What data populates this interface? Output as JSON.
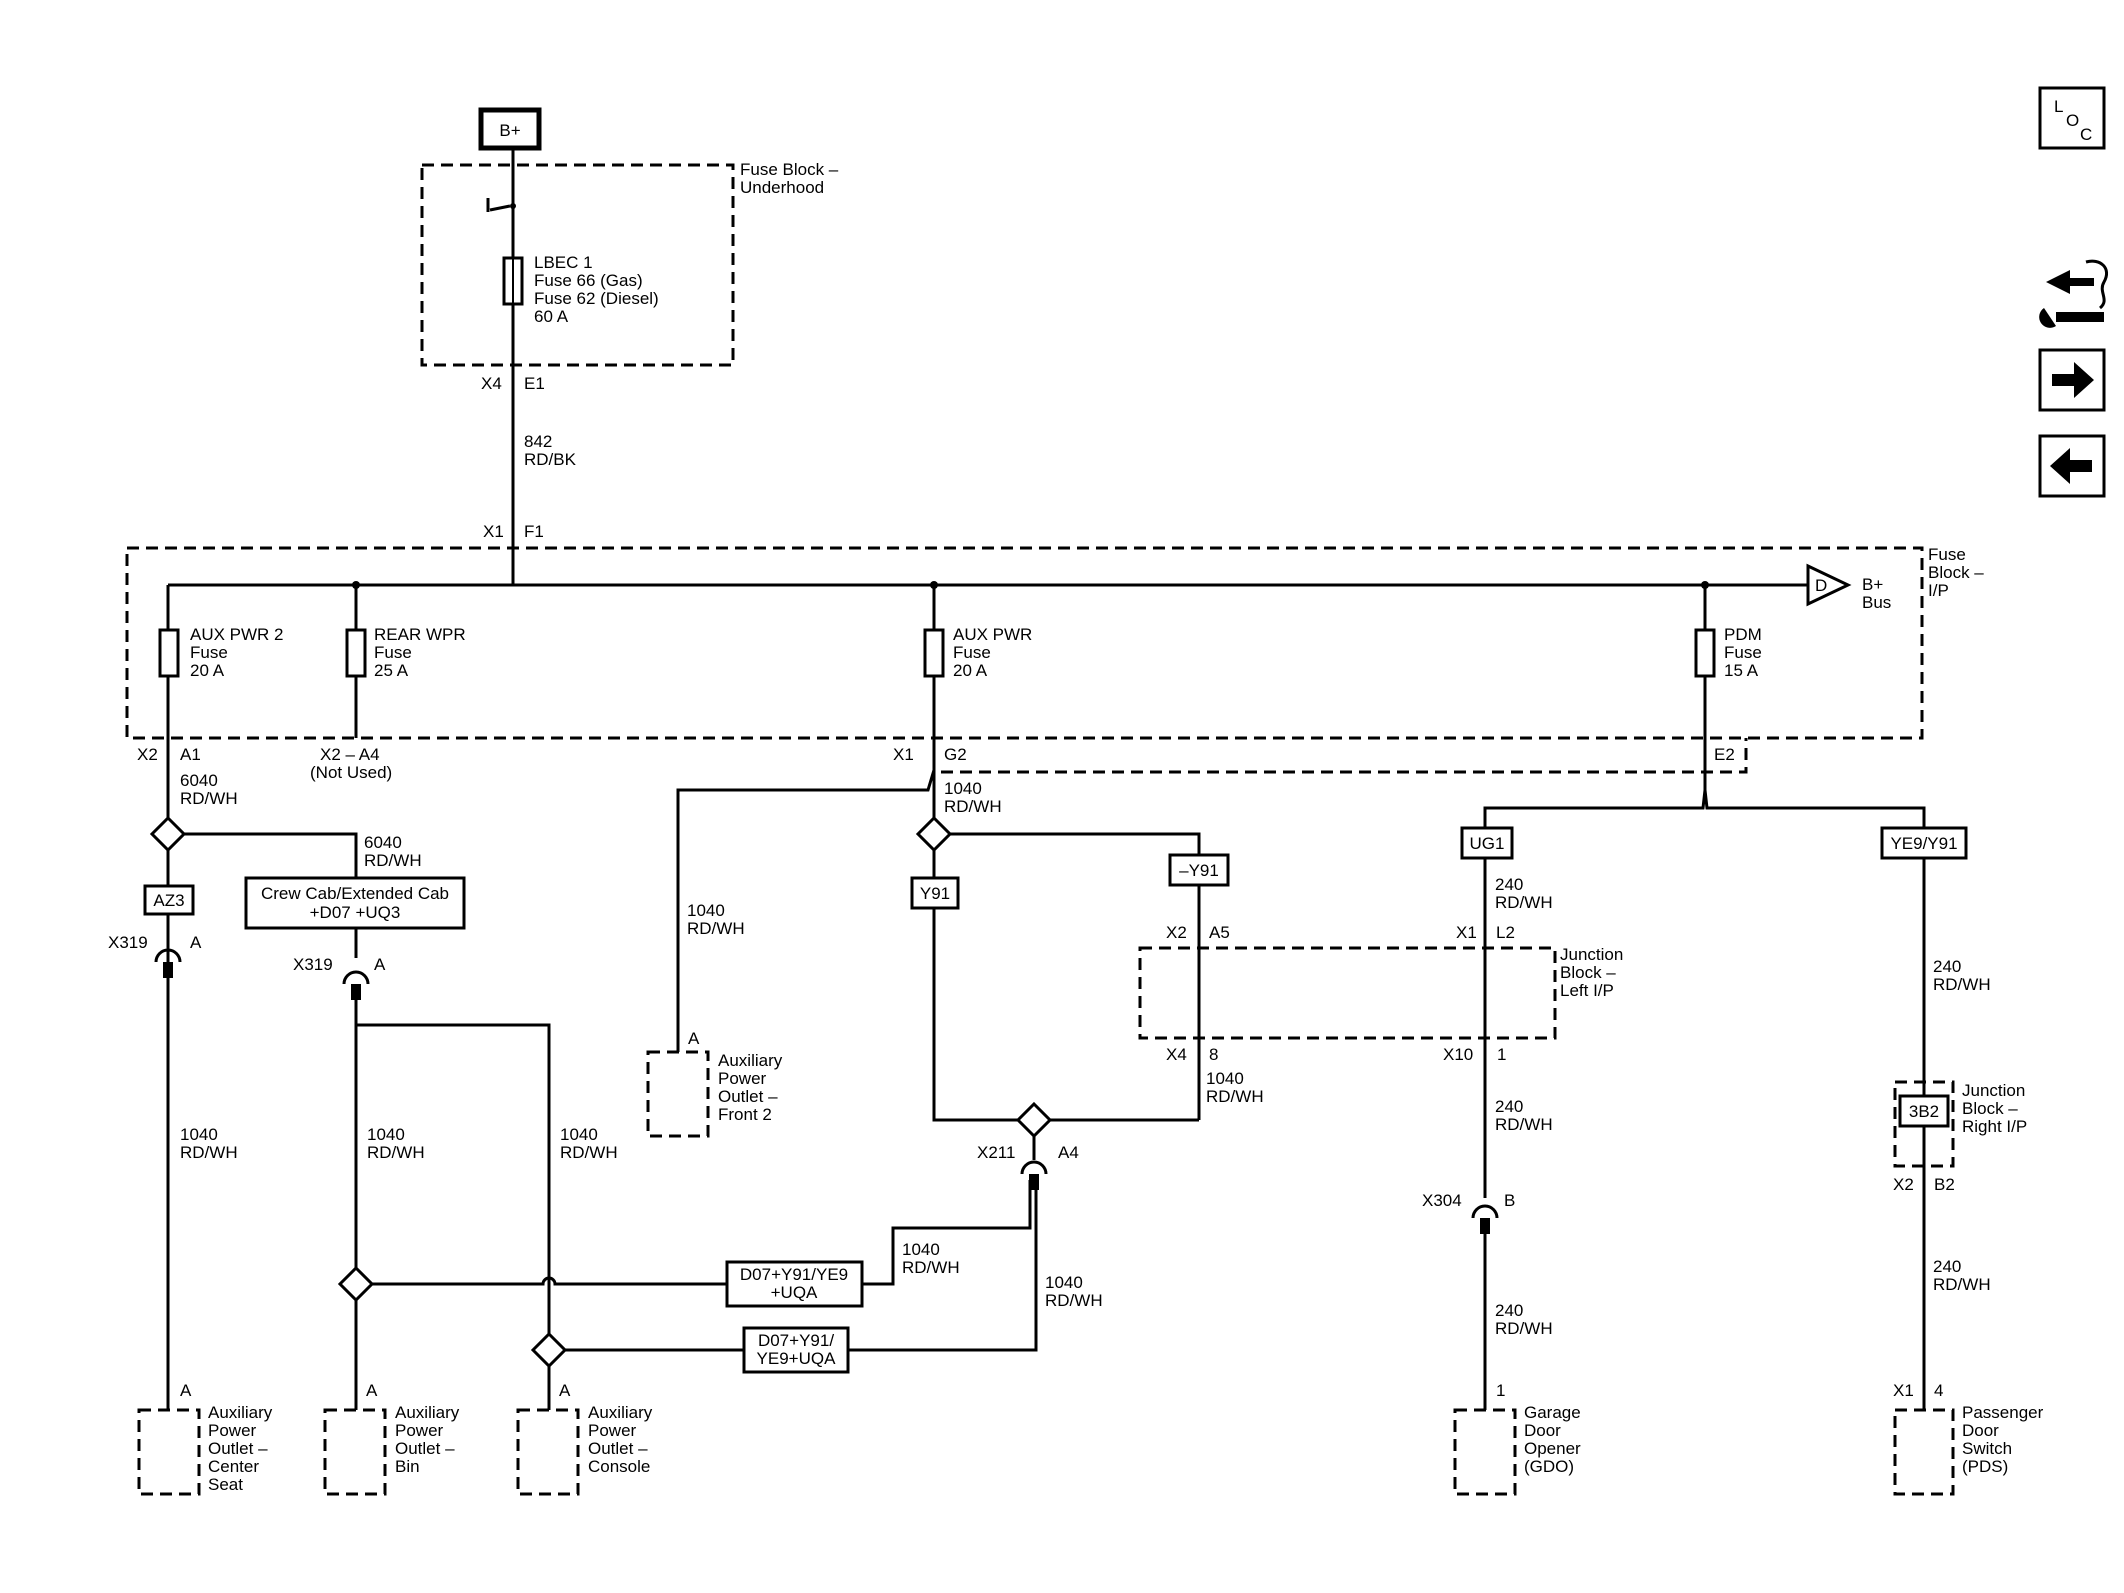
{
  "source": "B+",
  "fuse_block_underhood": {
    "title": [
      "Fuse Block –",
      "Underhood"
    ],
    "fuse": [
      "LBEC 1",
      "Fuse 66 (Gas)",
      "Fuse 62 (Diesel)",
      "60 A"
    ],
    "pin_a": "X4",
    "pin_b": "E1"
  },
  "wire_842": [
    "842",
    "RD/BK"
  ],
  "ip_connector": {
    "a": "X1",
    "b": "F1"
  },
  "fuse_block_ip": {
    "title": [
      "Fuse",
      "Block –",
      "I/P"
    ],
    "bus_letter": "D",
    "bus": [
      "B+",
      "Bus"
    ]
  },
  "fuses": {
    "aux_pwr_2": [
      "AUX PWR 2",
      "Fuse",
      "20 A"
    ],
    "rear_wpr": [
      "REAR WPR",
      "Fuse",
      "25 A"
    ],
    "aux_pwr": [
      "AUX PWR",
      "Fuse",
      "20 A"
    ],
    "pdm": [
      "PDM",
      "Fuse",
      "15 A"
    ]
  },
  "pins": {
    "x2": "X2",
    "a1": "A1",
    "x2a4": [
      "X2 – A4",
      "(Not Used)"
    ],
    "x1": "X1",
    "g2": "G2",
    "e2": "E2",
    "x319a": "X319",
    "x319a_pin": "A",
    "x319b": "X319",
    "x319b_pin": "A",
    "x2b": "X2",
    "a5": "A5",
    "x4b": "X4",
    "pin8": "8",
    "x1b": "X1",
    "l2": "L2",
    "x10": "X10",
    "pin1": "1",
    "x211": "X211",
    "a4": "A4",
    "x304": "X304",
    "x304_pin": "B",
    "x2c": "X2",
    "b2": "B2",
    "front2_pin": "A",
    "center_pin": "A",
    "bin_pin": "A",
    "console_pin": "A",
    "gdo_pin": "1",
    "pds_x": "X1",
    "pds_pin": "4"
  },
  "wires": {
    "w6040_a": [
      "6040",
      "RD/WH"
    ],
    "w6040_b": [
      "6040",
      "RD/WH"
    ],
    "w1040_g2": [
      "1040",
      "RD/WH"
    ],
    "w1040_front": [
      "1040",
      "RD/WH"
    ],
    "w1040_center": [
      "1040",
      "RD/WH"
    ],
    "w1040_bin": [
      "1040",
      "RD/WH"
    ],
    "w1040_console": [
      "1040",
      "RD/WH"
    ],
    "w1040_jb": [
      "1040",
      "RD/WH"
    ],
    "w1040_x211": [
      "1040",
      "RD/WH"
    ],
    "w1040_x211b": [
      "1040",
      "RD/WH"
    ],
    "w240_ug1": [
      "240",
      "RD/WH"
    ],
    "w240_mid": [
      "240",
      "RD/WH"
    ],
    "w240_gdo": [
      "240",
      "RD/WH"
    ],
    "w240_ye9": [
      "240",
      "RD/WH"
    ],
    "w240_pds": [
      "240",
      "RD/WH"
    ]
  },
  "options": {
    "az3": "AZ3",
    "crew_cab": [
      "Crew Cab/Extended Cab",
      "+D07 +UQ3"
    ],
    "y91": "Y91",
    "not_y91": "–Y91",
    "ug1": "UG1",
    "ye9_y91": "YE9/Y91",
    "d07_a": [
      "D07+Y91/YE9",
      "+UQA"
    ],
    "d07_b": [
      "D07+Y91/",
      "YE9+UQA"
    ],
    "3b2": "3B2"
  },
  "junction_left": [
    "Junction",
    "Block –",
    "Left I/P"
  ],
  "junction_right": [
    "Junction",
    "Block –",
    "Right I/P"
  ],
  "components": {
    "front2": [
      "Auxiliary",
      "Power",
      "Outlet –",
      "Front 2"
    ],
    "center": [
      "Auxiliary",
      "Power",
      "Outlet –",
      "Center",
      "Seat"
    ],
    "bin": [
      "Auxiliary",
      "Power",
      "Outlet –",
      "Bin"
    ],
    "console": [
      "Auxiliary",
      "Power",
      "Outlet –",
      "Console"
    ],
    "gdo": [
      "Garage",
      "Door",
      "Opener",
      "(GDO)"
    ],
    "pds": [
      "Passenger",
      "Door",
      "Switch",
      "(PDS)"
    ]
  },
  "nav": {
    "loc": {
      "l": "L",
      "o": "O",
      "c": "C"
    }
  }
}
